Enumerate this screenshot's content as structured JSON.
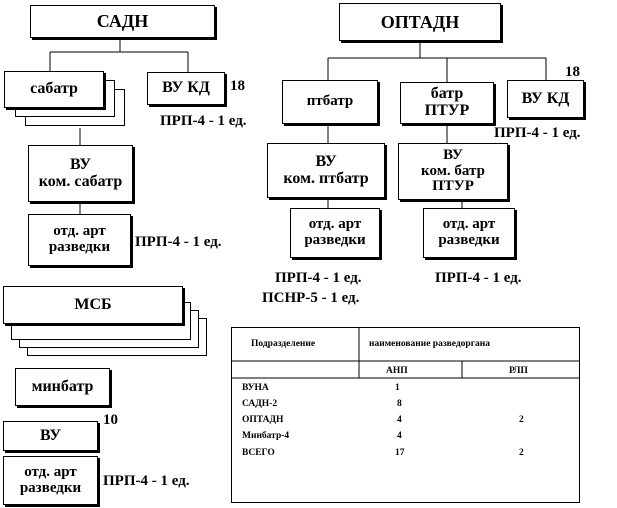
{
  "boxes": {
    "sadn": "САДН",
    "optadn": "ОПТАДН",
    "sabatr": "сабатр",
    "vu_kd_left": "ВУ КД",
    "vu_kom_sabatr": [
      "ВУ",
      "ком. сабатр"
    ],
    "otd_art_razv_1": [
      "отд. арт",
      "разведки"
    ],
    "msb": "МСБ",
    "minbatr": "минбатр",
    "vu_bottom": "ВУ",
    "otd_art_razv_bottom": [
      "отд. арт",
      "разведки"
    ],
    "ptbatr": "птбатр",
    "batr_ptur": [
      "батр",
      "ПТУР"
    ],
    "vu_kd_right": "ВУ КД",
    "vu_kom_ptbatr": [
      "ВУ",
      "ком. птбатр"
    ],
    "vu_kom_batr_ptur": [
      "ВУ",
      "ком. батр",
      "ПТУР"
    ],
    "otd_art_razv_2": [
      "отд. арт",
      "разведки"
    ],
    "otd_art_razv_3": [
      "отд. арт",
      "разведки"
    ]
  },
  "labels": {
    "n18_left": "18",
    "n18_right": "18",
    "n10": "10",
    "prp_sadn_kd": "ПРП-4 - 1 ед.",
    "prp_sabatr_razv": "ПРП-4 - 1 ед.",
    "prp_optadn_kd": "ПРП-4 - 1 ед.",
    "prp_ptbatr": "ПРП-4 - 1 ед.",
    "psnr_ptbatr": "ПСНР-5 - 1 ед.",
    "prp_ptur": "ПРП-4 - 1 ед.",
    "prp_minbatr": "ПРП-4 - 1 ед."
  },
  "table": {
    "headers": {
      "subdivision": "Подразделение",
      "name": "наименование разведоргана",
      "anp": "АНП",
      "rlp": "РЛП"
    },
    "rows": [
      {
        "unit": "ВУНА",
        "anp": "1",
        "rlp": ""
      },
      {
        "unit": "САДН-2",
        "anp": "8",
        "rlp": ""
      },
      {
        "unit": "ОПТАДН",
        "anp": "4",
        "rlp": "2"
      },
      {
        "unit": "Минбатр-4",
        "anp": "4",
        "rlp": ""
      },
      {
        "unit": "ВСЕГО",
        "anp": "17",
        "rlp": "2"
      }
    ]
  }
}
